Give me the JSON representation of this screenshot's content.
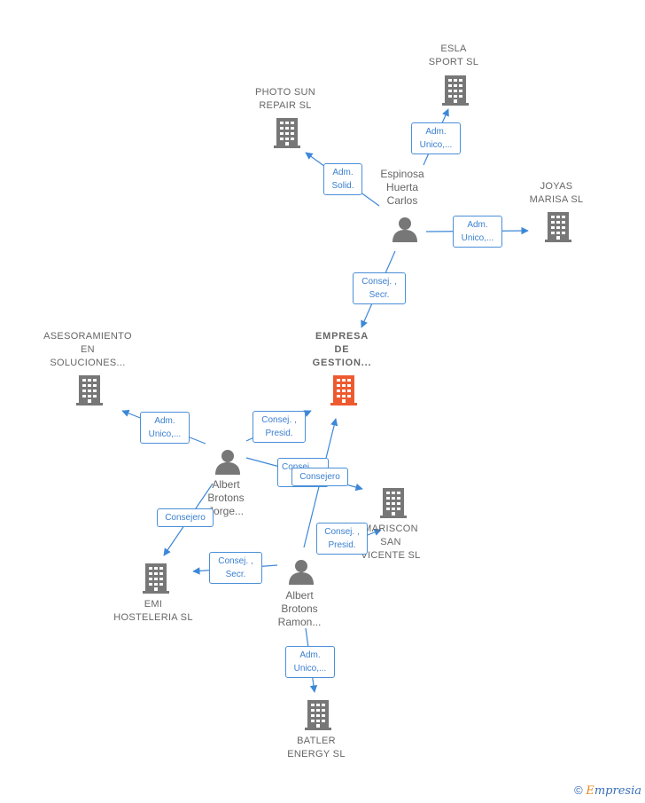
{
  "colors": {
    "edge": "#3d87d8",
    "building": "#777777",
    "main_building": "#ee5a2f",
    "person": "#777777"
  },
  "companies": {
    "esla": "ESLA\nSPORT  SL",
    "photo": "PHOTO SUN\nREPAIR  SL",
    "joyas": "JOYAS\nMARISA  SL",
    "empresa": "EMPRESA\nDE\nGESTION...",
    "asesoramiento": "ASESORAMIENTO\nEN\nSOLUCIONES...",
    "mariscon": "MARISCON\nSAN\nVICENTE SL",
    "emi": "EMI\nHOSTELERIA SL",
    "batler": "BATLER\nENERGY  SL"
  },
  "persons": {
    "espinosa": "Espinosa\nHuerta\nCarlos",
    "albert_jorge": "Albert\nBrotons\nJorge...",
    "albert_ramon": "Albert\nBrotons\nRamon..."
  },
  "edges": {
    "esla": "Adm.\nUnico,...",
    "photo": "Adm.\nSolid.",
    "joyas": "Adm.\nUnico,...",
    "espinosa_empresa": "Consej. ,\nSecr.",
    "asesoramiento": "Adm.\nUnico,...",
    "jorge_empresa": "Consej. ,\nPresid.",
    "jorge_mariscon_1": "Consej...",
    "jorge_mariscon_2": "Consejero",
    "jorge_emi": "Consejero",
    "ramon_mariscon": "Consej. ,\nPresid.",
    "ramon_emi": "Consej. ,\nSecr.",
    "ramon_batler": "Adm.\nUnico,..."
  },
  "watermark": {
    "symbol": "©",
    "brand_first": "E",
    "brand_rest": "mpresia"
  }
}
